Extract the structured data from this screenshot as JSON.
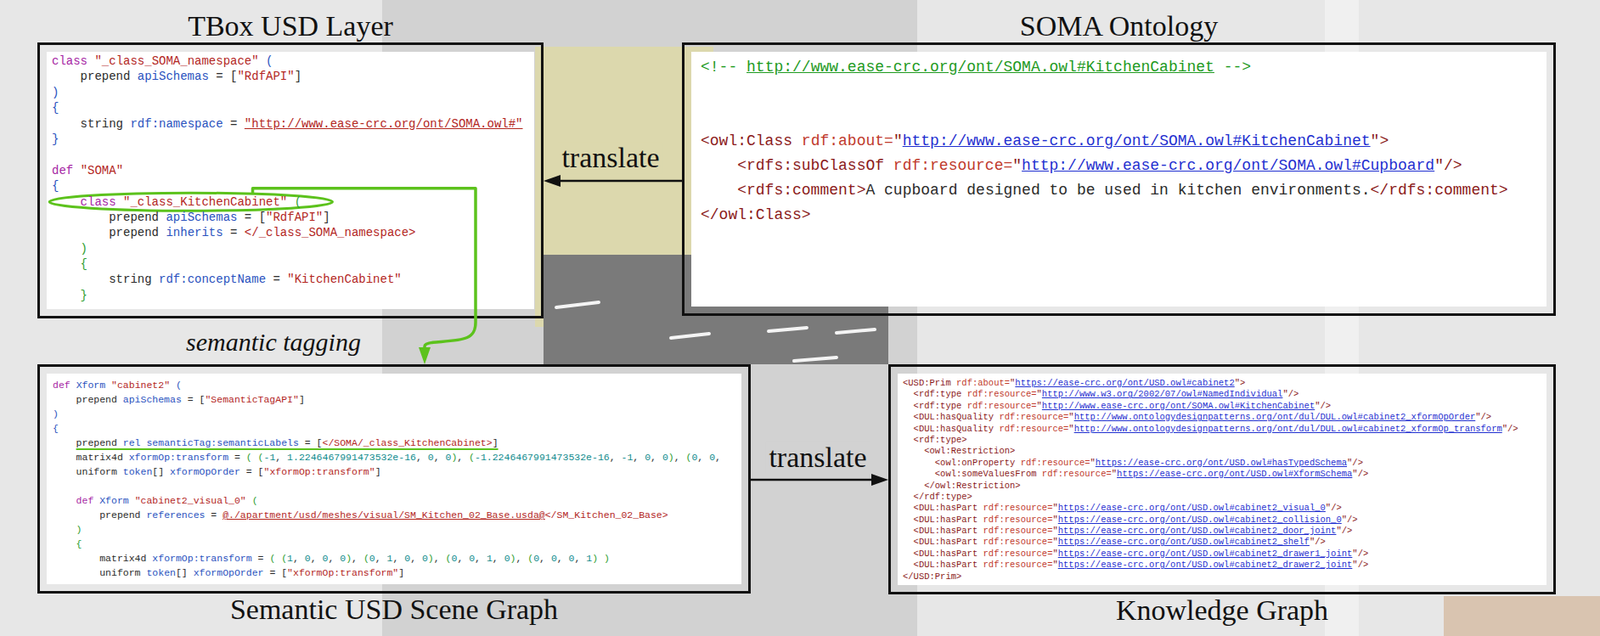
{
  "diagram": {
    "nodes": [
      {
        "text": [
          "TBox USD Layer",
          "class \"_class_SOMA_namespace\" (",
          "prepend apiSchemas = [\"RdfAPI\"]",
          ")",
          "{",
          "string rdf:namespace = \"http://www.ease-crc.org/ont/SOMA.owl#\"",
          "}",
          "def \"SOMA\"",
          "{",
          "class \"_class_KitchenCabinet\" (",
          "prepend apiSchemas = [\"RdfAPI\"]",
          "prepend inherits = </_class_SOMA_namespace>",
          ")",
          "{",
          "string rdf:conceptName = \"KitchenCabinet\"",
          "}"
        ]
      },
      {
        "text": [
          "SOMA Ontology",
          "<!-- http://www.ease-crc.org/ont/SOMA.owl#KitchenCabinet -->",
          "<owl:Class rdf:about=\"http://www.ease-crc.org/ont/SOMA.owl#KitchenCabinet\">",
          "<rdfs:subClassOf rdf:resource=\"http://www.ease-crc.org/ont/SOMA.owl#Cupboard\"/>",
          "<rdfs:comment>A cupboard designed to be used in kitchen environments.</rdfs:comment>",
          "</owl:Class>"
        ]
      },
      {
        "text": [
          "Semantic USD Scene Graph",
          "def Xform \"cabinet2\" (",
          "prepend apiSchemas = [\"SemanticTagAPI\"]",
          ")",
          "{",
          "prepend rel semanticTag:semanticLabels = [</SOMA/_class_KitchenCabinet>]",
          "matrix4d xformOp:transform = ( (-1, 1.2246467991473532e-16, 0, 0), (-1.2246467991473532e-16, -1, 0, 0), (0, 0,",
          "uniform token[] xformOpOrder = [\"xformOp:transform\"]",
          "def Xform \"cabinet2_visual_0\" (",
          "prepend references = @./apartment/usd/meshes/visual/SM_Kitchen_02_Base.usda@</SM_Kitchen_02_Base>",
          ")",
          "{",
          "matrix4d xformOp:transform = ( (1, 0, 0, 0), (0, 1, 0, 0), (0, 0, 1, 0), (0, 0, 0, 1) )",
          "uniform token[] xformOpOrder = [\"xformOp:transform\"]"
        ]
      },
      {
        "text": [
          "Knowledge Graph",
          "<USD:Prim rdf:about=\"https://ease-crc.org/ont/USD.owl#cabinet2\">",
          "<rdf:type rdf:resource=\"http://www.w3.org/2002/07/owl#NamedIndividual\"/>",
          "<rdf:type rdf:resource=\"http://www.ease-crc.org/ont/SOMA.owl#KitchenCabinet\"/>",
          "<DUL:hasQuality rdf:resource=\"http://www.ontologydesignpatterns.org/ont/dul/DUL.owl#cabinet2_xformOpOrder\"/>",
          "<DUL:hasQuality rdf:resource=\"http://www.ontologydesignpatterns.org/ont/dul/DUL.owl#cabinet2_xformOp_transform\"/>",
          "<rdf:type>",
          "<owl:Restriction>",
          "<owl:onProperty rdf:resource=\"https://ease-crc.org/ont/USD.owl#hasTypedSchema\"/>",
          "<owl:someValuesFrom rdf:resource=\"https://ease-crc.org/ont/USD.owl#XformSchema\"/>",
          "</owl:Restriction>",
          "</rdf:type>",
          "<DUL:hasPart rdf:resource=\"https://ease-crc.org/ont/USD.owl#cabinet2_visual_0\"/>",
          "<DUL:hasPart rdf:resource=\"https://ease-crc.org/ont/USD.owl#cabinet2_collision_0\"/>",
          "<DUL:hasPart rdf:resource=\"https://ease-crc.org/ont/USD.owl#cabinet2_door_joint\"/>",
          "<DUL:hasPart rdf:resource=\"https://ease-crc.org/ont/USD.owl#cabinet2_shelf\"/>",
          "<DUL:hasPart rdf:resource=\"https://ease-crc.org/ont/USD.owl#cabinet2_drawer1_joint\"/>",
          "<DUL:hasPart rdf:resource=\"https://ease-crc.org/ont/USD.owl#cabinet2_drawer2_joint\"/>",
          "</USD:Prim>"
        ]
      }
    ],
    "edges": [
      {
        "from": 1,
        "to": 0,
        "label": "translate",
        "arrow": "to"
      },
      {
        "from": 0,
        "to": 2,
        "label": "semantic tagging",
        "arrow": "to"
      },
      {
        "from": 2,
        "to": 3,
        "label": "translate",
        "arrow": "to"
      }
    ]
  }
}
